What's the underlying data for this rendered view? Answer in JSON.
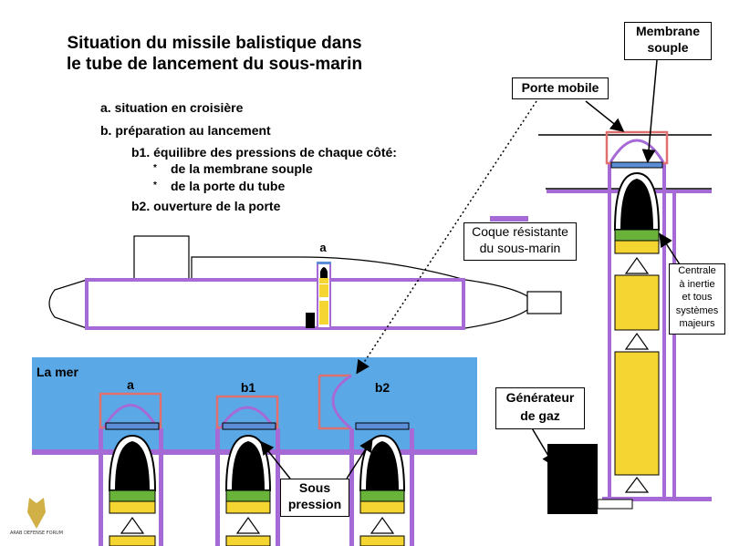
{
  "title_line1": "Situation du missile balistique dans",
  "title_line2": "le tube de lancement du sous-marin",
  "list": {
    "a": "a. situation en croisière",
    "b": "b. préparation au lancement",
    "b1": "b1. équilibre des pressions de chaque côté:",
    "b1_i": "de la membrane souple",
    "b1_ii": "de la porte du tube",
    "b2": "b2. ouverture de la porte",
    "bullet": "*"
  },
  "labels": {
    "membrane": [
      "Membrane",
      "souple"
    ],
    "porte_mobile": "Porte mobile",
    "coque": [
      "Coque résistante",
      "du sous-marin"
    ],
    "centrale": [
      "Centrale",
      "à inertie",
      "et tous",
      "systèmes",
      "majeurs"
    ],
    "generateur": [
      "Générateur",
      "de gaz"
    ],
    "sous_pression": [
      "Sous",
      "pression"
    ],
    "la_mer": "La mer",
    "sub_a": "a",
    "tube_a": "a",
    "tube_b1": "b1",
    "tube_b2": "b2"
  },
  "watermark": {
    "line1": "ARAB DEFENSE FORUM"
  },
  "colors": {
    "sea": "#5aa9e6",
    "tube": "#a56ad6",
    "door": "#e06f6f",
    "membrane": "#5c8ed8",
    "fuel": "#f5d531",
    "green": "#69b33a",
    "hull": "#a56ad6"
  }
}
